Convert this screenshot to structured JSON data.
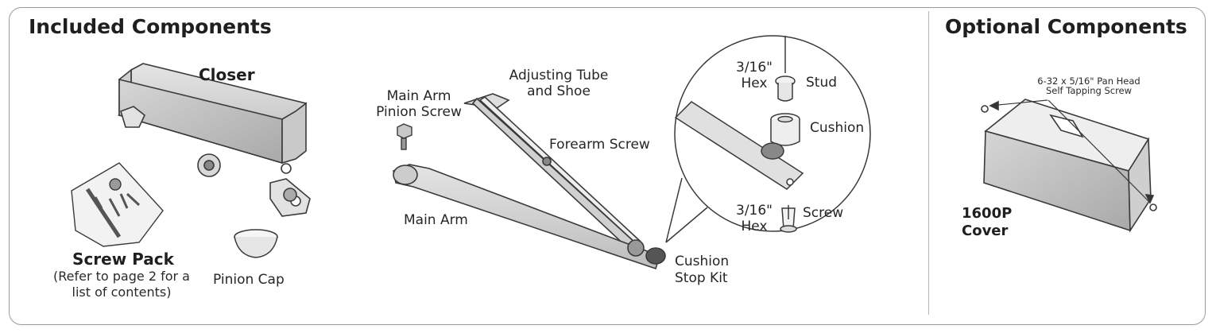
{
  "sections": {
    "included_title": "Included Components",
    "optional_title": "Optional Components"
  },
  "labels": {
    "closer": "Closer",
    "screw_pack_title": "Screw Pack",
    "screw_pack_note_1": "(Refer to page 2 for a",
    "screw_pack_note_2": "list of contents)",
    "pinion_cap": "Pinion Cap",
    "main_arm_pinion_screw_1": "Main Arm",
    "main_arm_pinion_screw_2": "Pinion Screw",
    "adjusting_tube_1": "Adjusting Tube",
    "adjusting_tube_2": "and Shoe",
    "forearm_screw": "Forearm Screw",
    "main_arm": "Main Arm",
    "cushion_stop_kit_1": "Cushion",
    "cushion_stop_kit_2": "Stop Kit",
    "hex_top_1": "3/16\"",
    "hex_top_2": "Hex",
    "stud": "Stud",
    "cushion": "Cushion",
    "hex_bottom_1": "3/16\"",
    "hex_bottom_2": "Hex",
    "screw": "Screw",
    "pan_head_1": "6-32 x 5/16\" Pan Head",
    "pan_head_2": "Self Tapping Screw",
    "cover_1": "1600P",
    "cover_2": "Cover"
  },
  "icons": {
    "closer": "door-closer-body-illustration",
    "screw_pack": "screw-bag-illustration",
    "pinion_cap": "pinion-cap-illustration",
    "pinion_screw": "hex-screw-illustration",
    "arm": "arm-assembly-illustration",
    "detail": "cushion-stop-detail-circle",
    "cover": "cover-illustration"
  }
}
